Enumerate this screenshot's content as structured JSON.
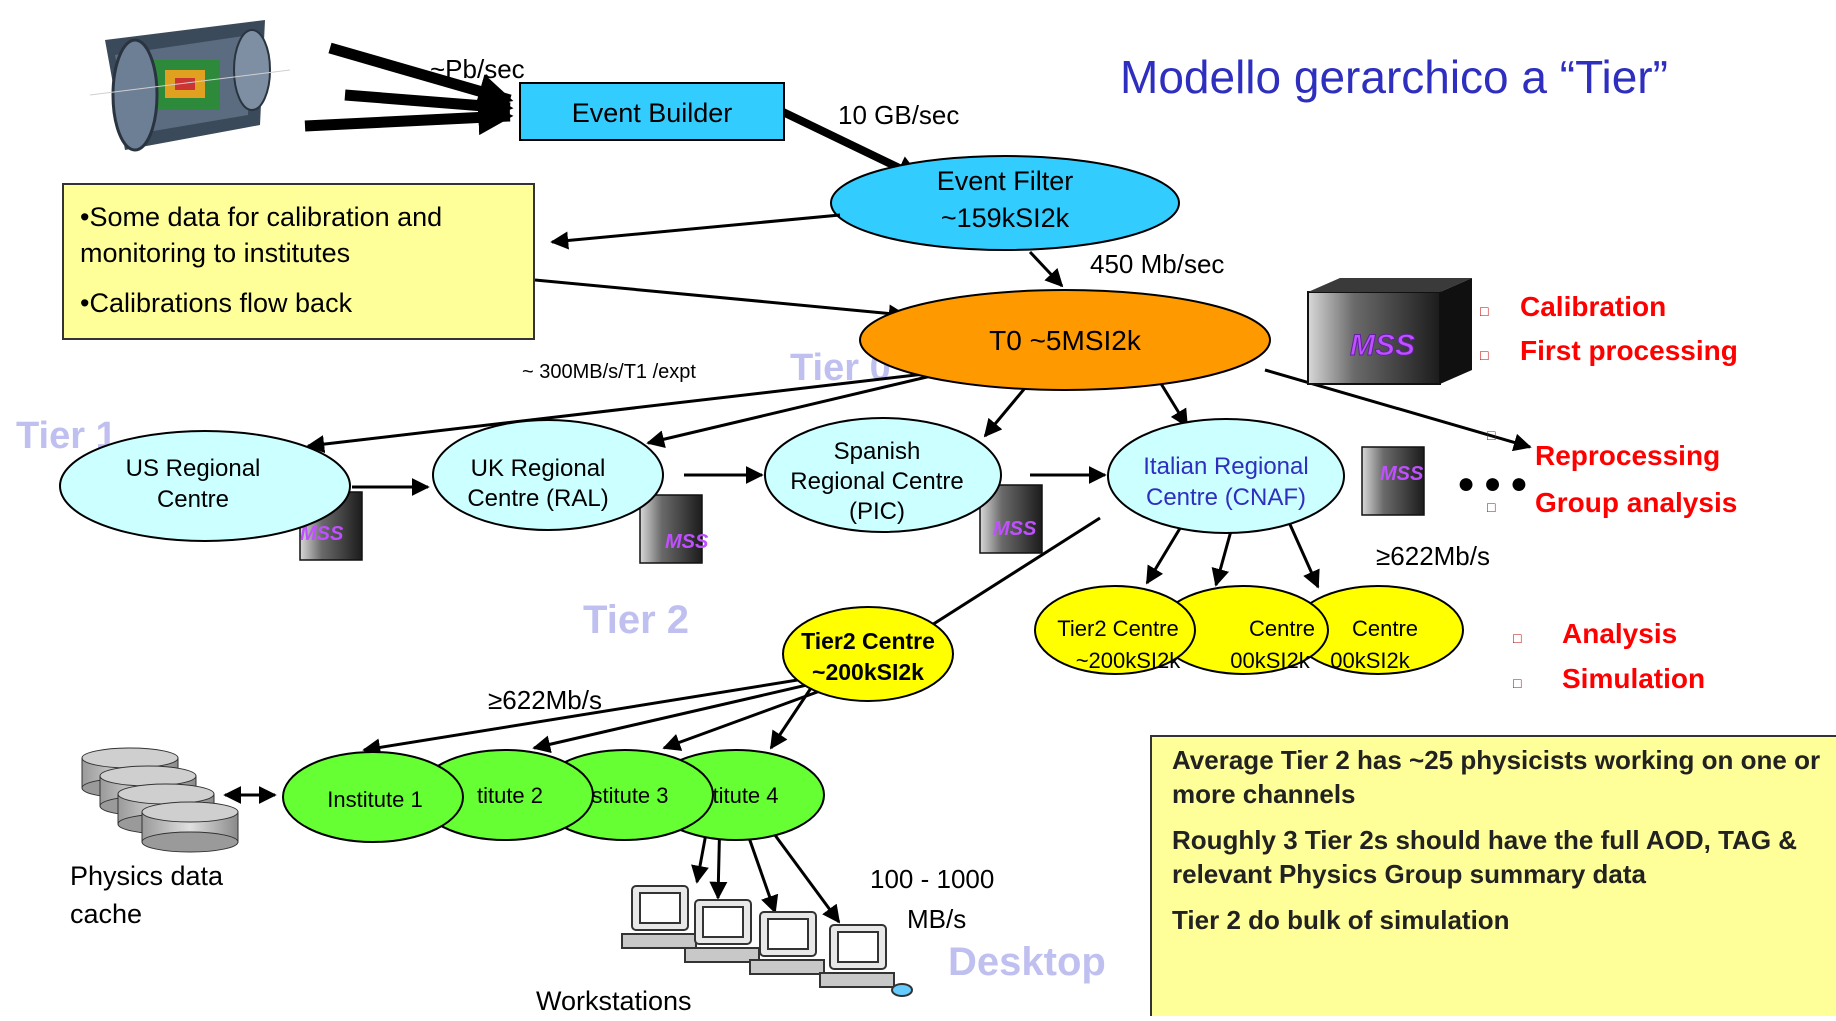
{
  "title": "Modello gerarchico a “Tier”",
  "colors": {
    "title": "#2e2ebf",
    "tier_label": "#c0c0f0",
    "red_text": "#ff0000",
    "bullet": "#c00000",
    "event_builder": "#33ccff",
    "event_filter": "#33ccff",
    "t0": "#ff9900",
    "regional": "#ccffff",
    "tier2": "#ffff00",
    "institute": "#66ff33",
    "note_box": "#ffff99"
  },
  "nodes": {
    "event_builder": "Event Builder",
    "event_filter_line1": "Event Filter",
    "event_filter_line2": "~159kSI2k",
    "t0": "T0 ~5MSI2k",
    "us_line1": "US Regional",
    "us_line2": "Centre",
    "uk_line1": "UK Regional",
    "uk_line2": "Centre (RAL)",
    "es_line1": "Spanish",
    "es_line2": "Regional Centre",
    "es_line3": "(PIC)",
    "it_line1": "Italian Regional",
    "it_line2": "Centre (CNAF)",
    "tier2_main_line1": "Tier2 Centre",
    "tier2_main_line2": "~200kSI2k",
    "tier2_a_line1": "Tier2 Centre",
    "tier2_a_line2": "~200kSI2k",
    "tier2_b_line1": "Centre",
    "tier2_b_line2": "00kSI2k",
    "tier2_c_line1": "Centre",
    "tier2_c_line2": "00kSI2k",
    "inst1": "Institute 1",
    "inst2": "titute 2",
    "inst3": "stitute 3",
    "inst4": "stitute 4"
  },
  "rates": {
    "pb_sec": "~Pb/sec",
    "gb_sec": "10 GB/sec",
    "mb_sec_450": "450 Mb/sec",
    "t1_rate": "~ 300MB/s/T1 /expt",
    "tier2_rate": "≥622Mb/s",
    "inst_rate": "≥622Mb/s",
    "desktop_rate_line1": "100 - 1000",
    "desktop_rate_line2": "MB/s"
  },
  "tiers": {
    "tier0": "Tier 0",
    "tier1": "Tier 1",
    "tier2": "Tier 2",
    "desktop": "Desktop"
  },
  "labels": {
    "physics_cache_line1": "Physics data",
    "physics_cache_line2": "cache",
    "workstations": "Workstations",
    "mss": "MSS"
  },
  "calibration_box": {
    "line1": "•Some data for calibration and",
    "line2": "monitoring to institutes",
    "line3": "•Calibrations flow back"
  },
  "tier0_tasks": [
    "Calibration",
    "First processing"
  ],
  "tier1_tasks": [
    "Reprocessing",
    "Group analysis"
  ],
  "tier2_tasks": [
    "Analysis",
    "Simulation"
  ],
  "bullet_glyph": "□",
  "ellipsis": "● ● ●",
  "tier2_note": {
    "p1": "Average Tier 2 has ~25 physicists working on one or more channels",
    "p2": "Roughly 3 Tier 2s should have the full AOD, TAG & relevant Physics Group summary data",
    "p3": "Tier 2 do bulk of simulation"
  }
}
